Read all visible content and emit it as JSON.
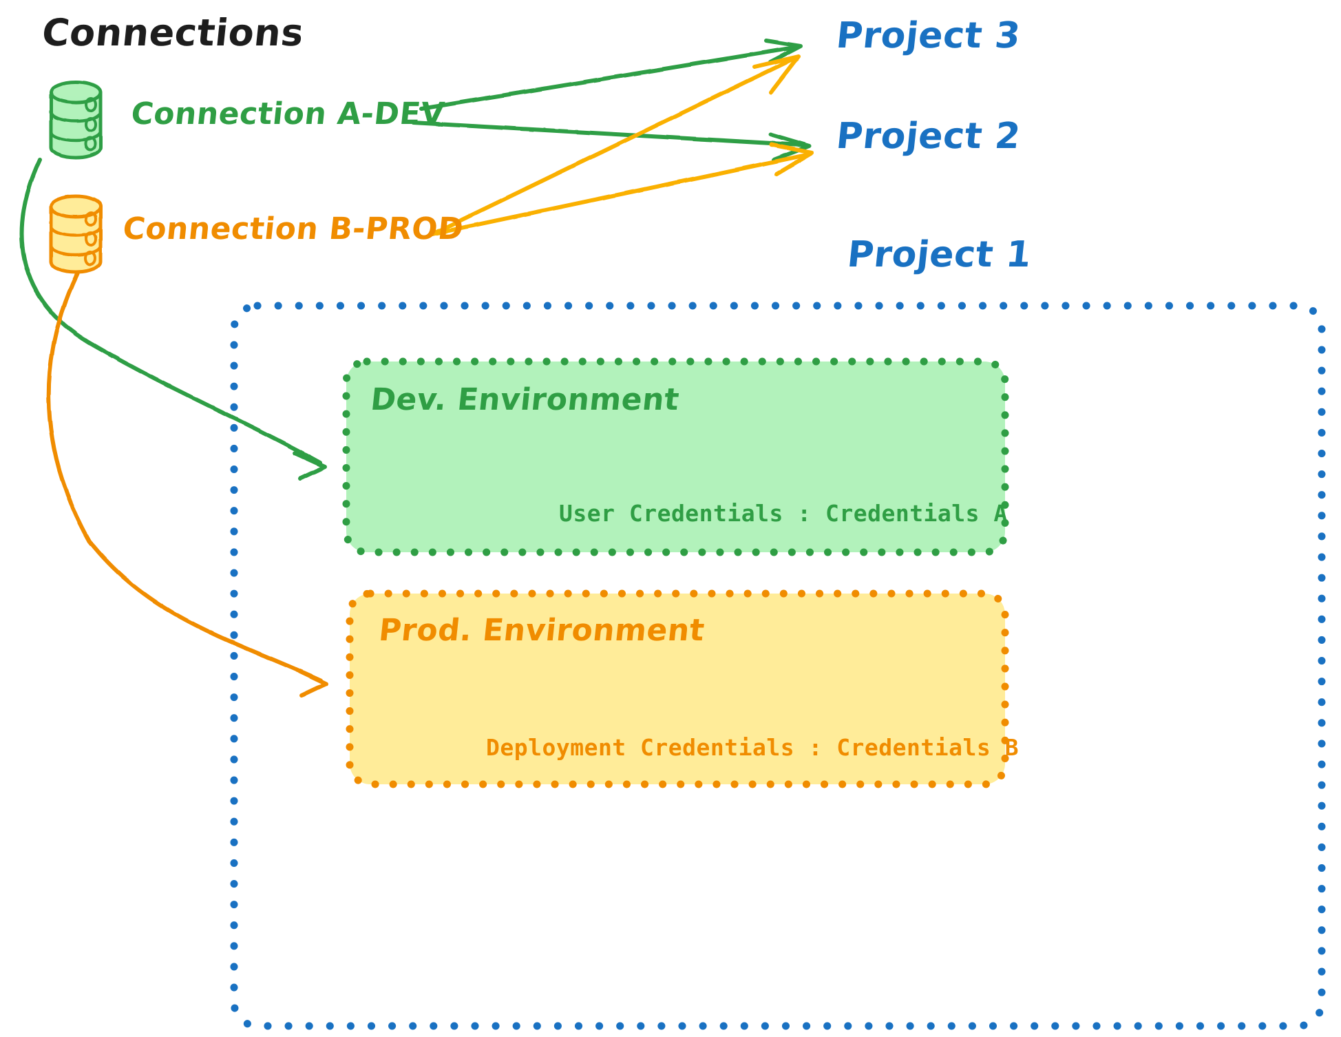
{
  "diagram": {
    "title": "Connections",
    "colors": {
      "green_stroke": "#2f9e44",
      "green_fill": "#b2f2bb",
      "orange_stroke": "#f08c00",
      "orange_fill": "#ffec99",
      "blue_stroke": "#1971c2",
      "arrow_green": "#2f9e44",
      "arrow_orange": "#fab005",
      "title_color": "#1d1d1d"
    }
  },
  "connections": [
    {
      "id": "connection-a-dev",
      "label": "Connection A-DEV",
      "icon": "database-cylinder-icon",
      "color": "#2f9e44",
      "targets": [
        "Project 3",
        "Project 2",
        "Dev. Environment"
      ]
    },
    {
      "id": "connection-b-prod",
      "label": "Connection B-PROD",
      "icon": "database-cylinder-icon",
      "color": "#f08c00",
      "targets": [
        "Project 3",
        "Project 2",
        "Prod. Environment"
      ]
    }
  ],
  "projects": [
    {
      "id": "project-3",
      "label": "Project 3"
    },
    {
      "id": "project-2",
      "label": "Project 2"
    },
    {
      "id": "project-1",
      "label": "Project 1"
    }
  ],
  "project_1": {
    "label": "Project 1",
    "environments": [
      {
        "id": "dev-environment",
        "label": "Dev. Environment",
        "credentials_label": "User Credentials : Credentials A",
        "credentials_key": "User Credentials",
        "credentials_value": "Credentials A",
        "fill": "#b2f2bb",
        "stroke": "#2f9e44"
      },
      {
        "id": "prod-environment",
        "label": "Prod. Environment",
        "credentials_label": "Deployment Credentials : Credentials B",
        "credentials_key": "Deployment Credentials",
        "credentials_value": "Credentials B",
        "fill": "#ffec99",
        "stroke": "#f08c00"
      }
    ]
  }
}
